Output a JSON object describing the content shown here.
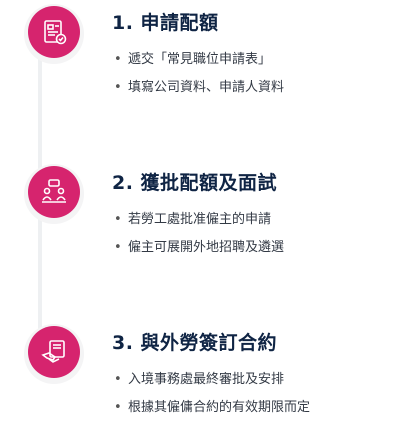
{
  "steps": [
    {
      "title": "1. 申請配額",
      "icon": "application-form-icon",
      "bullets": [
        "遞交「常見職位申請表」",
        "填寫公司資料、申請人資料"
      ]
    },
    {
      "title": "2. 獲批配額及面試",
      "icon": "interview-icon",
      "bullets": [
        "若勞工處批准僱主的申請",
        "僱主可展開外地招聘及遴選"
      ]
    },
    {
      "title": "3. 與外勞簽訂合約",
      "icon": "contract-signing-icon",
      "bullets": [
        "入境事務處最終審批及安排",
        "根據其僱傭合約的有效期限而定"
      ]
    }
  ],
  "colors": {
    "accent": "#d6246e",
    "title": "#0f2444",
    "text": "#333a45"
  }
}
